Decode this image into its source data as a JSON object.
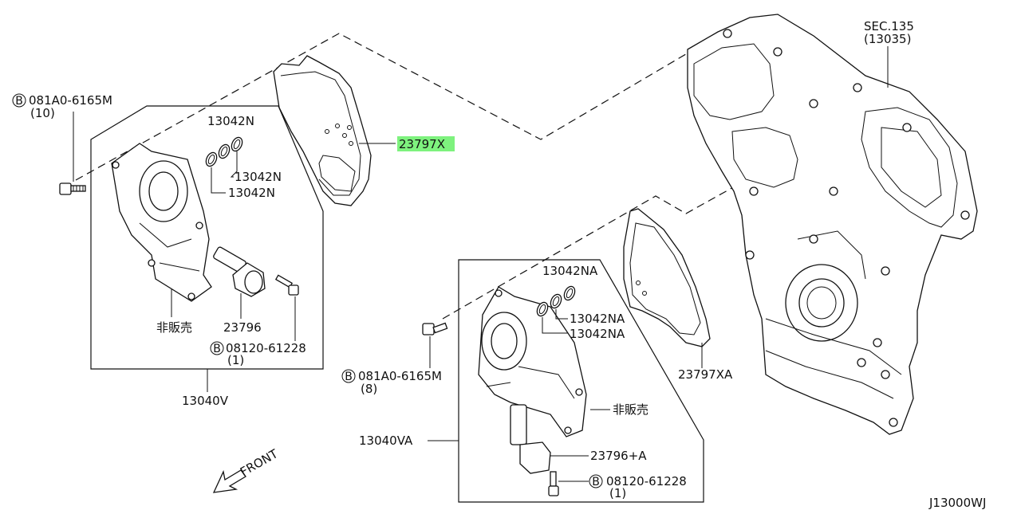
{
  "diagram_id": "J13000WJ",
  "labels": {
    "sec_ref": "SEC.135",
    "sec_ref_num": "(13035)",
    "bolt_left": "081A0-6165M",
    "bolt_left_qty": "(10)",
    "seal_a": "13042N",
    "seal_b": "13042N",
    "seal_c": "13042N",
    "gasket_left": "23797X",
    "not_sold_left": "非販売",
    "valve_left": "23796",
    "bolt_small_left": "08120-61228",
    "bolt_small_left_qty": "(1)",
    "assy_left": "13040V",
    "seal_na_a": "13042NA",
    "seal_na_b": "13042NA",
    "seal_na_c": "13042NA",
    "gasket_right": "23797XA",
    "bolt_right": "081A0-6165M",
    "bolt_right_qty": "(8)",
    "not_sold_right": "非販売",
    "assy_right": "13040VA",
    "valve_right": "23796+A",
    "bolt_small_right": "08120-61228",
    "bolt_small_right_qty": "(1)",
    "front": "FRONT",
    "circle_b": "B"
  },
  "colors": {
    "highlight": "#7ef27e",
    "line": "#111111"
  }
}
